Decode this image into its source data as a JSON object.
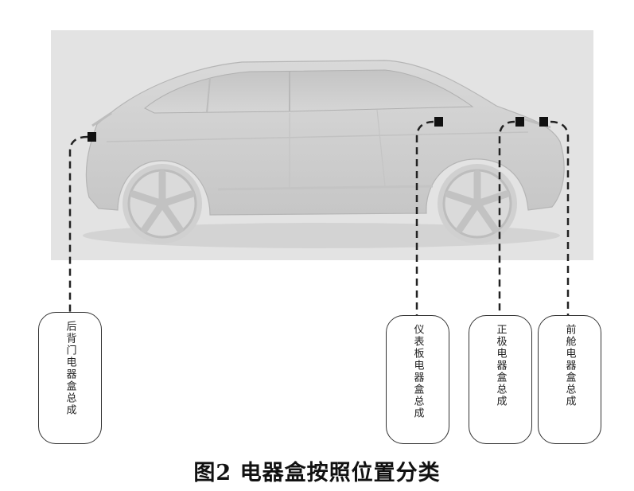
{
  "labels": {
    "rear_door": "后背门电器盒总成",
    "instrument_panel": "仪表板电器盒总成",
    "positive_pole": "正极电器盒总成",
    "front_cabin": "前舱电器盒总成"
  },
  "caption": "图2 电器盒按照位置分类",
  "colors": {
    "photo_background": "#e3e3e3",
    "car_body": "#d2d2d2",
    "marker": "#111111",
    "leader_line": "#222222"
  }
}
